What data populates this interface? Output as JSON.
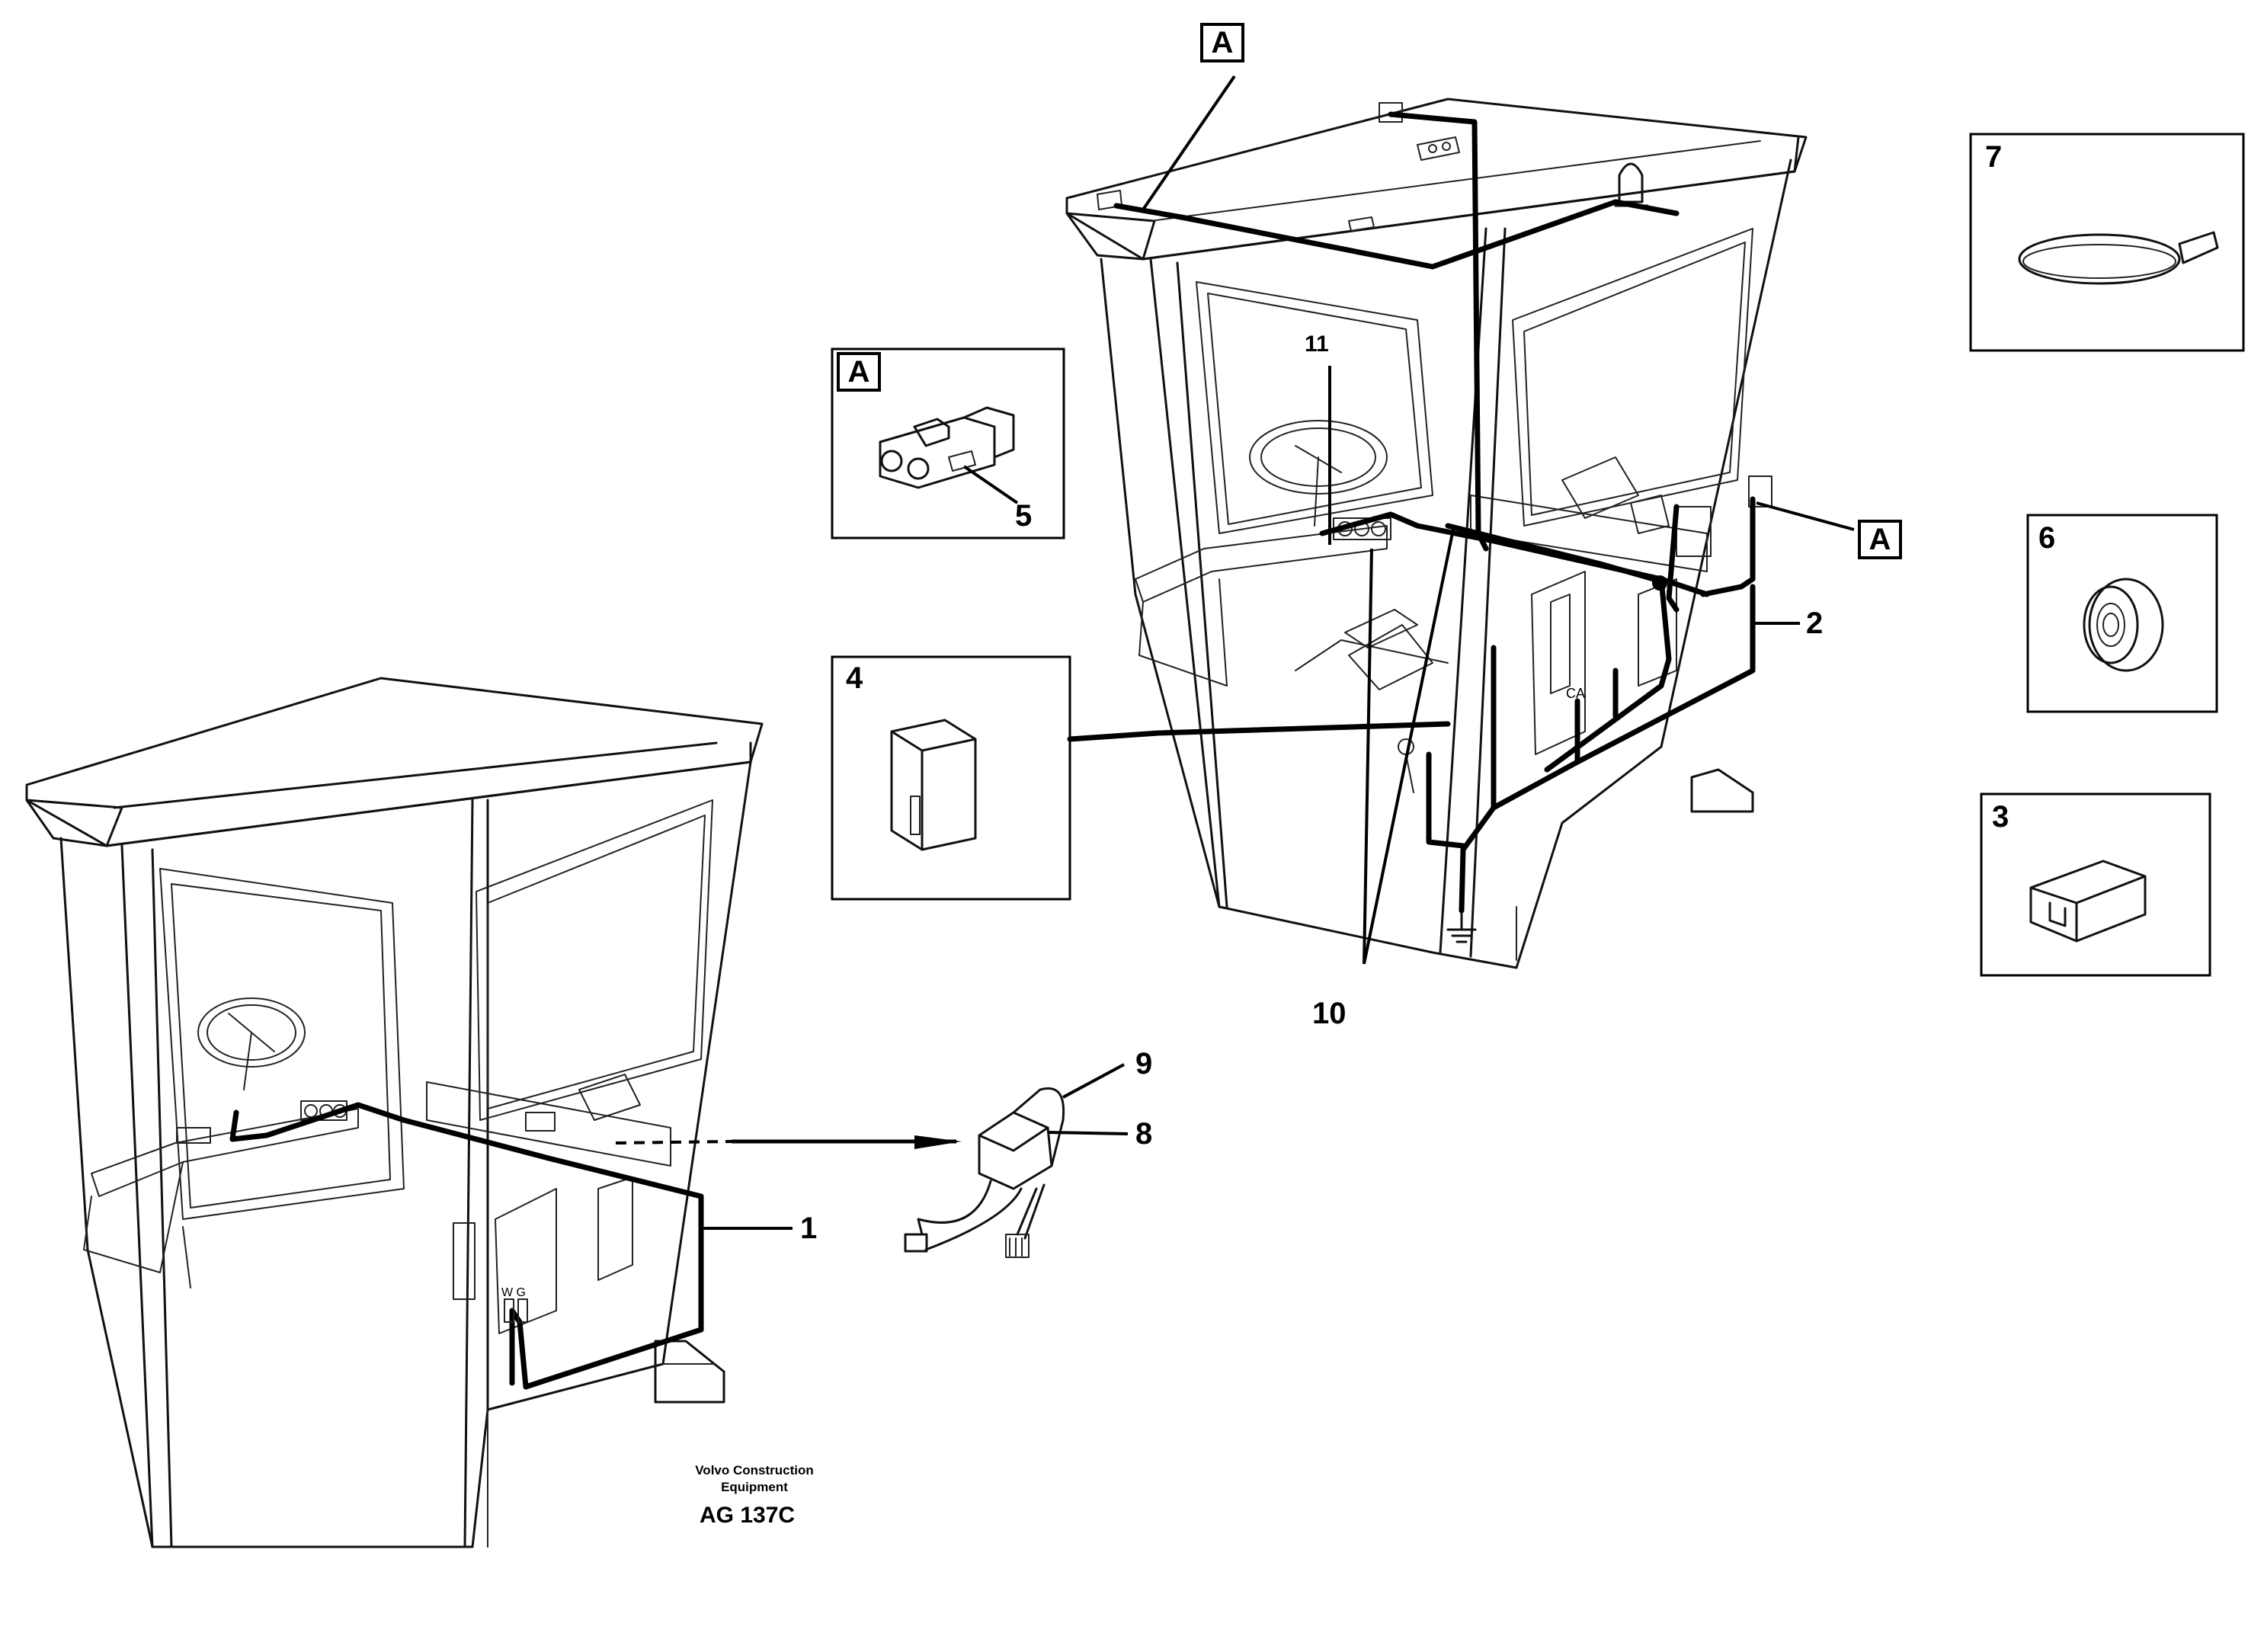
{
  "callouts": {
    "c1": "1",
    "c2": "2",
    "c3": "3",
    "c4": "4",
    "c5": "5",
    "c6": "6",
    "c7": "7",
    "c8": "8",
    "c9": "9",
    "c10": "10",
    "c11": "11",
    "view_a": "A"
  },
  "panel_labels": {
    "wg": "W G",
    "ca": "CA"
  },
  "footer": {
    "company_line1": "Volvo Construction",
    "company_line2": "Equipment",
    "drawing_code": "AG 137C"
  }
}
